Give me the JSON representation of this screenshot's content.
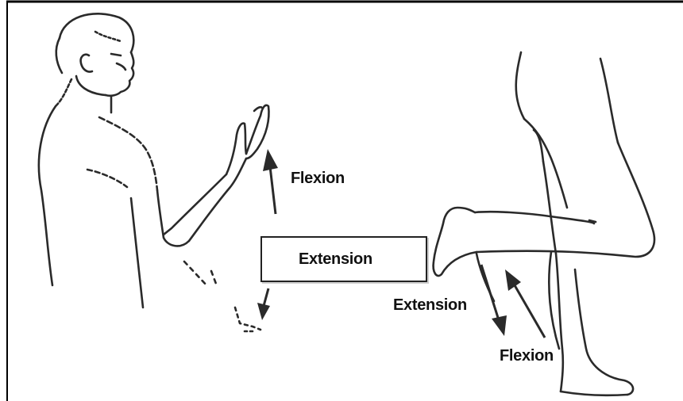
{
  "labels": {
    "elbow_flexion": "Flexion",
    "elbow_extension": "Extension",
    "knee_extension": "Extension",
    "knee_flexion": "Flexion"
  },
  "colors": {
    "ink": "#2a2a2a",
    "frame": "#000000",
    "background": "#ffffff"
  }
}
